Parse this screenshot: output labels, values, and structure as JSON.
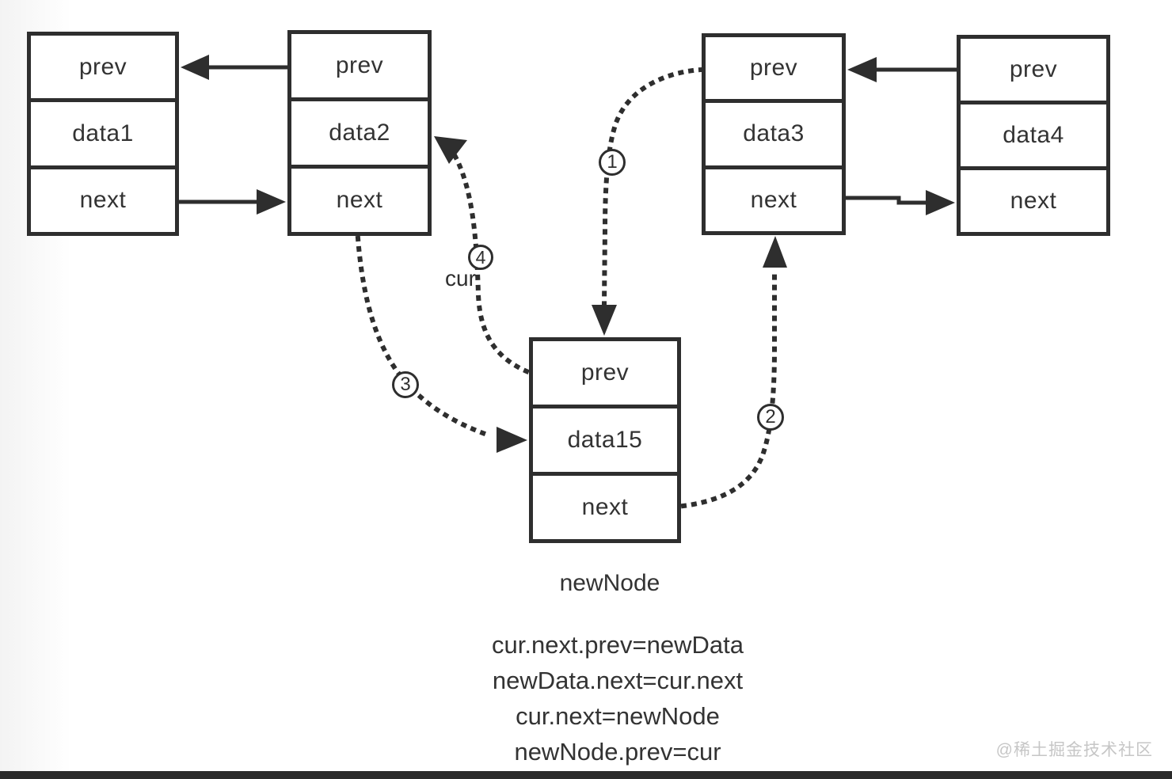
{
  "diagram": {
    "nodes": [
      {
        "id": "node1",
        "cells": [
          "prev",
          "data1",
          "next"
        ]
      },
      {
        "id": "node2",
        "cells": [
          "prev",
          "data2",
          "next"
        ]
      },
      {
        "id": "node3",
        "cells": [
          "prev",
          "data3",
          "next"
        ]
      },
      {
        "id": "node4",
        "cells": [
          "prev",
          "data4",
          "next"
        ]
      },
      {
        "id": "newNode",
        "cells": [
          "prev",
          "data15",
          "next"
        ]
      }
    ],
    "caption": "newNode",
    "cur_label": "cur",
    "steps": [
      "1",
      "2",
      "3",
      "4"
    ],
    "code_lines": [
      "cur.next.prev=newData",
      "newData.next=cur.next",
      "cur.next=newNode",
      "newNode.prev=cur"
    ]
  },
  "watermark": "@稀土掘金技术社区",
  "colors": {
    "line": "#2e2e2e",
    "text": "#333333",
    "watermark": "#c6c6c6",
    "bottom_bar": "#2a2a2a",
    "background": "#ffffff"
  }
}
